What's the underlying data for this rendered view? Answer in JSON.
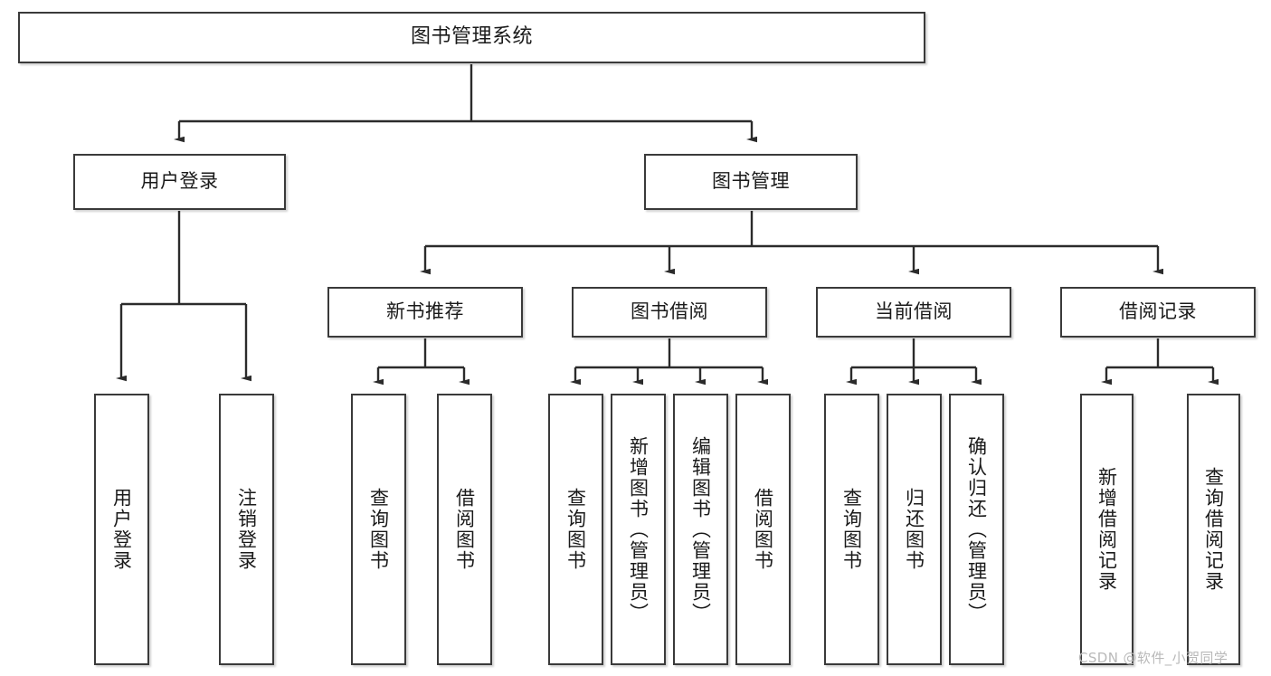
{
  "diagram": {
    "title": "图书管理系统",
    "type": "tree-hierarchy-chart",
    "colors": {
      "box_border": "#3a3a3a",
      "box_fill": "#ffffff",
      "connector": "#2b2b2b",
      "text": "#1a1a1a",
      "watermark": "#b9b9b9",
      "background": "#ffffff"
    },
    "root": {
      "label": "图书管理系统"
    },
    "level2": [
      {
        "label": "用户登录"
      },
      {
        "label": "图书管理"
      }
    ],
    "level3": [
      {
        "label": "新书推荐"
      },
      {
        "label": "图书借阅"
      },
      {
        "label": "当前借阅"
      },
      {
        "label": "借阅记录"
      }
    ],
    "leaves": {
      "user_login": [
        {
          "label": "用户登录"
        },
        {
          "label": "注销登录"
        }
      ],
      "new_book_recommend": [
        {
          "label": "查询图书"
        },
        {
          "label": "借阅图书"
        }
      ],
      "book_borrow": [
        {
          "label": "查询图书"
        },
        {
          "label": "新增图书（管理员）"
        },
        {
          "label": "编辑图书（管理员）"
        },
        {
          "label": "借阅图书"
        }
      ],
      "current_borrow": [
        {
          "label": "查询图书"
        },
        {
          "label": "归还图书"
        },
        {
          "label": "确认归还（管理员）"
        }
      ],
      "borrow_record": [
        {
          "label": "新增借阅记录"
        },
        {
          "label": "查询借阅记录"
        }
      ]
    }
  },
  "watermark": {
    "text": "CSDN @软件_小贺同学"
  }
}
